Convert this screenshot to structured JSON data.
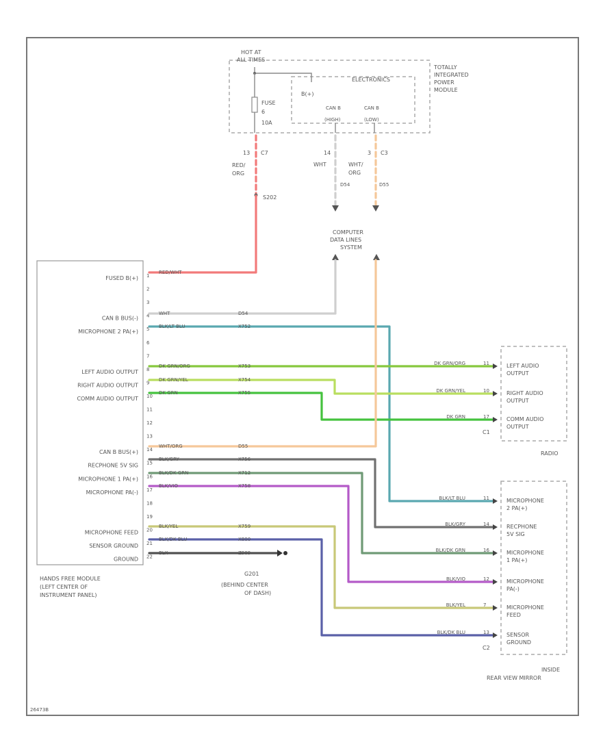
{
  "colors": {
    "red_wht": "#f27a7a",
    "wht": "#cfcfcf",
    "wht_org": "#f5c89a",
    "blu_blu": "#5aa8b0",
    "dg_brn_org": "#86c83e",
    "dg_gry_yel": "#b9de5f",
    "dg_brn": "#45c23e",
    "blk_gry": "#707070",
    "blk_dg_gry": "#6f9a76",
    "blk_vio": "#b45ac8",
    "blk_yel": "#c8c878",
    "blk_dg_blu": "#5a60a8",
    "blk": "#505050"
  },
  "tipm": {
    "hot_label_1": "HOT AT",
    "hot_label_2": "ALL TIMES",
    "module_name_1": "TOTALLY",
    "module_name_2": "INTEGRATED",
    "module_name_3": "POWER",
    "module_name_4": "MODULE",
    "inner_title": "ELECTRONICS",
    "bplus": "B(+)",
    "fuse_label": "FUSE",
    "fuse_num": "6",
    "fuse_amp": "10A",
    "can_high_1": "CAN B",
    "can_high_2": "(HIGH)",
    "can_low_1": "CAN B",
    "can_low_2": "(LOW)",
    "pin_fuse": "13",
    "conn_fuse": "C7",
    "pin_can_high": "14",
    "pin_can_low": "3",
    "conn_can": "C3",
    "wire_fuse_color_1": "RED/",
    "wire_fuse_color_2": "ORG",
    "wire_can_high_color": "WHT",
    "wire_can_low_color_1": "WHT/",
    "wire_can_low_color_2": "ORG",
    "wire_can_high_code": "D54",
    "wire_can_low_code": "D55",
    "splice": "S202"
  },
  "data_lines": {
    "line1": "COMPUTER",
    "line2": "DATA LINES",
    "line3": "SYSTEM"
  },
  "hands_free": {
    "title_1": "HANDS FREE MODULE",
    "title_2": "(LEFT CENTER OF",
    "title_3": "INSTRUMENT PANEL)",
    "pins": [
      {
        "label": "FUSED B(+)",
        "num": "1"
      },
      {
        "label": "",
        "num": "2"
      },
      {
        "label": "",
        "num": "3"
      },
      {
        "label": "CAN B BUS(-)",
        "num": "4"
      },
      {
        "label": "MICROPHONE 2 PA(+)",
        "num": "5"
      },
      {
        "label": "",
        "num": "6"
      },
      {
        "label": "",
        "num": "7"
      },
      {
        "label": "LEFT AUDIO OUTPUT",
        "num": "8"
      },
      {
        "label": "RIGHT AUDIO OUTPUT",
        "num": "9"
      },
      {
        "label": "COMM AUDIO OUTPUT",
        "num": "10"
      },
      {
        "label": "",
        "num": "11"
      },
      {
        "label": "",
        "num": "12"
      },
      {
        "label": "",
        "num": "13"
      },
      {
        "label": "CAN B BUS(+)",
        "num": "14"
      },
      {
        "label": "RECPHONE 5V SIG",
        "num": "15"
      },
      {
        "label": "MICROPHONE 1 PA(+)",
        "num": "16"
      },
      {
        "label": "MICROPHONE PA(-)",
        "num": "17"
      },
      {
        "label": "",
        "num": "18"
      },
      {
        "label": "",
        "num": "19"
      },
      {
        "label": "MICROPHONE FEED",
        "num": "20"
      },
      {
        "label": "SENSOR GROUND",
        "num": "21"
      },
      {
        "label": "GROUND",
        "num": "22"
      }
    ]
  },
  "wires": {
    "w1": {
      "color": "RED/WHT",
      "code": ""
    },
    "w4": {
      "color": "WHT",
      "code": "D54"
    },
    "w5": {
      "color": "BLK/LT BLU",
      "code": "X752"
    },
    "w8": {
      "color": "DK GRN/ORG",
      "code": "X753"
    },
    "w9": {
      "color": "DK GRN/YEL",
      "code": "X754"
    },
    "w10": {
      "color": "DK GRN",
      "code": "X755"
    },
    "w14": {
      "color": "WHT/ORG",
      "code": "D55"
    },
    "w15": {
      "color": "BLK/GRY",
      "code": "X756"
    },
    "w16": {
      "color": "BLK/DK GRN",
      "code": "X712"
    },
    "w17": {
      "color": "BLK/VIO",
      "code": "X758"
    },
    "w20": {
      "color": "BLK/YEL",
      "code": "X759"
    },
    "w21": {
      "color": "BLK/DK BLU",
      "code": "X800"
    },
    "w22": {
      "color": "BLK",
      "code": "Z909"
    }
  },
  "ground": {
    "name": "G201",
    "line1": "(BEHIND CENTER",
    "line2": "OF DASH)"
  },
  "radio": {
    "title": "RADIO",
    "connector": "C1",
    "pins": [
      {
        "wire": "DK GRN/ORG",
        "num": "11",
        "label_1": "LEFT AUDIO",
        "label_2": "OUTPUT"
      },
      {
        "wire": "DK GRN/YEL",
        "num": "10",
        "label_1": "RIGHT AUDIO",
        "label_2": "OUTPUT"
      },
      {
        "wire": "DK GRN",
        "num": "17",
        "label_1": "COMM AUDIO",
        "label_2": "OUTPUT"
      }
    ]
  },
  "mirror": {
    "title_1": "INSIDE",
    "title_2": "REAR VIEW MIRROR",
    "connector": "C2",
    "pins": [
      {
        "wire": "BLK/LT BLU",
        "num": "11",
        "label_1": "MICROPHONE",
        "label_2": "2 PA(+)"
      },
      {
        "wire": "BLK/GRY",
        "num": "14",
        "label_1": "RECPHONE",
        "label_2": "5V SIG"
      },
      {
        "wire": "BLK/DK GRN",
        "num": "16",
        "label_1": "MICROPHONE",
        "label_2": "1 PA(+)"
      },
      {
        "wire": "BLK/VIO",
        "num": "12",
        "label_1": "MICROPHONE",
        "label_2": "PA(-)"
      },
      {
        "wire": "BLK/YEL",
        "num": "7",
        "label_1": "MICROPHONE",
        "label_2": "FEED"
      },
      {
        "wire": "BLK/DK BLU",
        "num": "13",
        "label_1": "SENSOR",
        "label_2": "GROUND"
      }
    ]
  },
  "figure_id": "26473B"
}
